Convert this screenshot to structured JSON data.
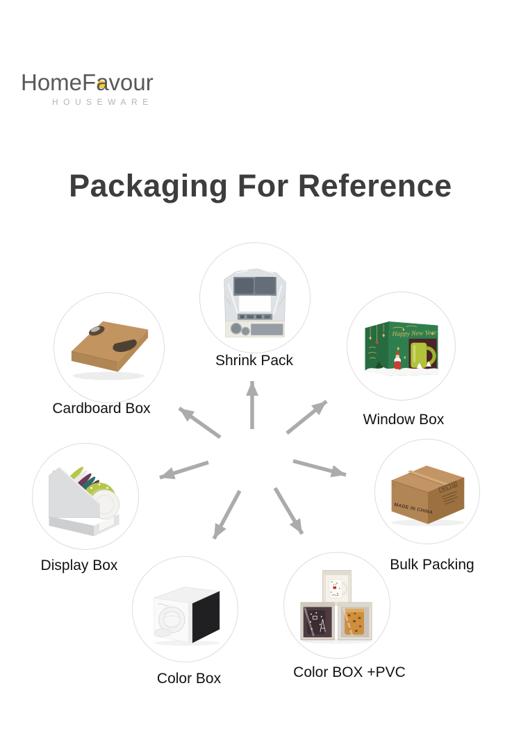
{
  "logo": {
    "brand_part1": "HomeF",
    "brand_accent_letter": "a",
    "brand_part2": "vour",
    "subtitle": "HOUSEWARE"
  },
  "title": "Packaging For Reference",
  "packaging": {
    "items": [
      {
        "id": "cardboard-box",
        "label": "Cardboard Box"
      },
      {
        "id": "shrink-pack",
        "label": "Shrink Pack"
      },
      {
        "id": "window-box",
        "label": "Window Box"
      },
      {
        "id": "display-box",
        "label": "Display Box"
      },
      {
        "id": "bulk-packing",
        "label": "Bulk Packing"
      },
      {
        "id": "color-box",
        "label": "Color Box"
      },
      {
        "id": "color-box-pvc",
        "label": "Color BOX +PVC"
      }
    ]
  },
  "artwork_text": {
    "bulk_carton_print": "MADE IN CHINA",
    "window_box_greeting": "Happy New Year"
  },
  "colors": {
    "brand_text": "#58595b",
    "brand_accent_yellow": "#f2c838",
    "title_text": "#3d3d3f",
    "arrow_gray": "#ababad",
    "label_text": "#111111",
    "kraft_carton": "#b28555",
    "window_box_green": "#2f7f4e"
  }
}
